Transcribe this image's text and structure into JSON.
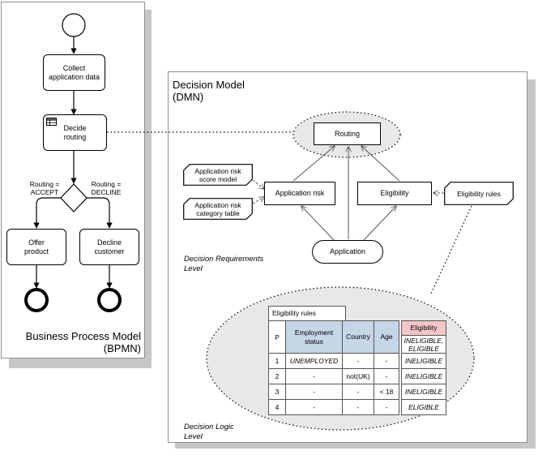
{
  "bpmn": {
    "title": "Business Process Model\n(BPMN)",
    "tasks": {
      "collect": "Collect\napplication data",
      "decide": "Decide\nrouting",
      "offer": "Offer\nproduct",
      "decline": "Decline\ncustomer"
    },
    "gateway_labels": {
      "accept": "Routing =\nACCEPT",
      "decline": "Routing =\nDECLINE"
    }
  },
  "dmn": {
    "title": "Decision Model\n(DMN)",
    "decisions": {
      "routing": "Routing",
      "application_risk": "Application risk",
      "eligibility": "Eligibility"
    },
    "input_data": {
      "application": "Application"
    },
    "knowledge_sources": {
      "score_model": "Application risk\nscore model",
      "category_table": "Application risk\ncategory table",
      "eligibility_rules": "Eligibility rules"
    },
    "levels": {
      "requirements": "Decision Requirements\nLevel",
      "logic": "Decision Logic\nLevel"
    }
  },
  "decision_table": {
    "name": "Eligibility rules",
    "hit_policy": "P",
    "inputs": [
      "Employment\nstatus",
      "Country",
      "Age"
    ],
    "output": {
      "name": "Eligibility",
      "values": "INELIGIBLE,\nELIGIBLE"
    },
    "rules": [
      {
        "n": "1",
        "c1": "UNEMPLOYED",
        "c2": "-",
        "c3": "-",
        "out": "INELIGIBLE"
      },
      {
        "n": "2",
        "c1": "-",
        "c2": "not(UK)",
        "c3": "-",
        "out": "INELIGIBLE"
      },
      {
        "n": "3",
        "c1": "-",
        "c2": "-",
        "c3": "< 18",
        "out": "INELIGIBLE"
      },
      {
        "n": "4",
        "c1": "-",
        "c2": "-",
        "c3": "-",
        "out": "ELIGIBLE"
      }
    ]
  }
}
